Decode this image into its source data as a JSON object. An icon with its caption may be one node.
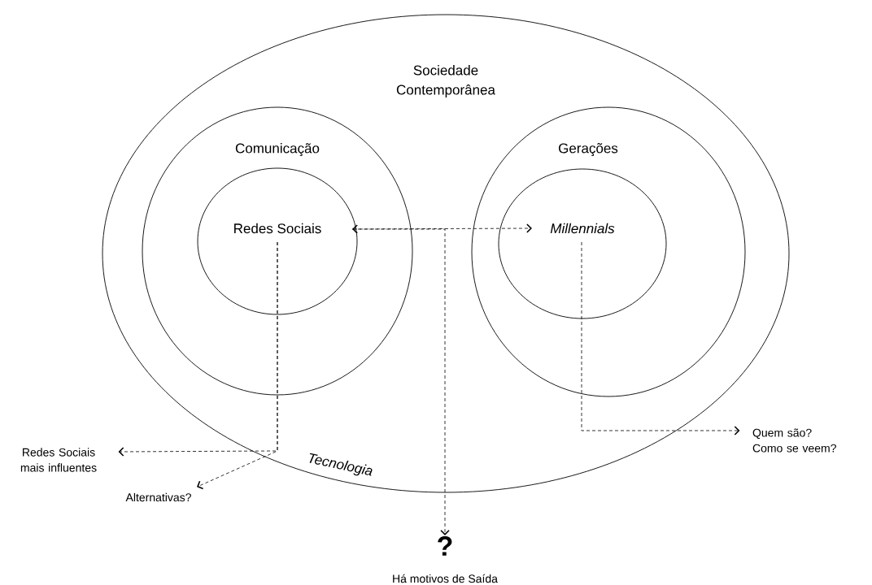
{
  "diagram": {
    "nodes": [
      {
        "text": [
          "Sociedade Contemporânea",
          "Tecnologia"
        ]
      },
      {
        "text": [
          "Comunicação"
        ],
        "in": 0
      },
      {
        "text": [
          "Redes Sociais"
        ],
        "in": 1
      },
      {
        "text": [
          "Gerações"
        ],
        "in": 0
      },
      {
        "text": [
          "Millennials"
        ],
        "in": 3
      },
      {
        "text": [
          "Redes Sociais mais influentes"
        ]
      },
      {
        "text": [
          "Alternativas?"
        ]
      },
      {
        "text": [
          "?"
        ],
        "beside": [
          "Há motivos de Saída"
        ]
      },
      {
        "text": [
          "Quem são? Como se veem?"
        ]
      }
    ],
    "edges": [
      {
        "from": 2,
        "to": 4,
        "arrow": "both",
        "style": "dashed"
      },
      {
        "from": 2,
        "to": 7,
        "arrow": "to",
        "style": "dashed"
      },
      {
        "from": 2,
        "to": 5,
        "arrow": "to",
        "style": "dashed"
      },
      {
        "from": 2,
        "to": 6,
        "arrow": "to",
        "style": "dashed"
      },
      {
        "from": 4,
        "to": 8,
        "arrow": "to",
        "style": "dashed"
      }
    ]
  }
}
